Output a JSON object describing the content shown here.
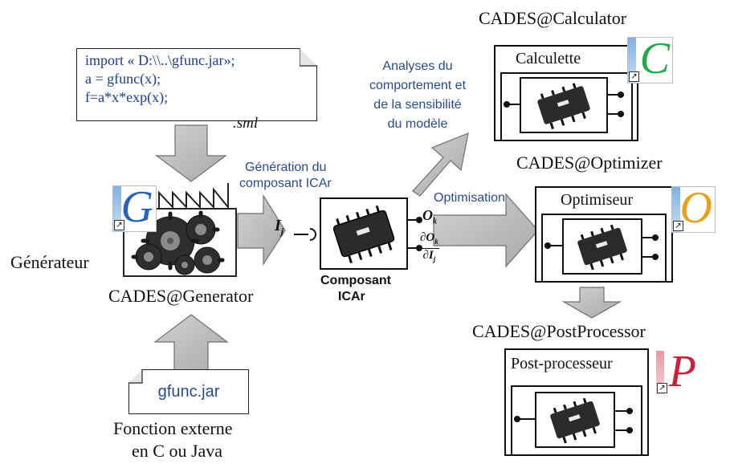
{
  "script_note": {
    "lines": [
      "import «  D:\\\\..\\gfunc.jar»;",
      "a = gfunc(x);",
      "f=a*x*exp(x);"
    ],
    "filetype": ".sml"
  },
  "generator": {
    "side_label": "Générateur",
    "title": "CADES@Generator",
    "icon_letter": "G"
  },
  "external_file": {
    "name": "gfunc.jar",
    "caption_line1": "Fonction externe",
    "caption_line2": "en C ou Java"
  },
  "generation_label": {
    "line1": "Génération du",
    "line2": "composant ICAr"
  },
  "component": {
    "caption_line1": "Composant",
    "caption_line2": "ICAr",
    "input_symbol": "I",
    "input_sub": "j",
    "output1_symbol": "O",
    "output1_sub": "k",
    "output2_num": "∂O",
    "output2_num_sub": "k",
    "output2_den": "∂I",
    "output2_den_sub": "j"
  },
  "analysis_label": {
    "line1": "Analyses du",
    "line2": "comportement et",
    "line3": "de la sensibilité",
    "line4": "du modèle"
  },
  "optimisation_label": "Optimisation",
  "calculator": {
    "title": "CADES@Calculator",
    "box_label": "Calculette",
    "icon_letter": "C"
  },
  "optimizer": {
    "title": "CADES@Optimizer",
    "box_label": "Optimiseur",
    "icon_letter": "O"
  },
  "postprocessor": {
    "title": "CADES@PostProcessor",
    "box_label": "Post-processeur",
    "icon_letter": "P"
  },
  "colors": {
    "label_blue": "#2b4a8c",
    "arrow_gray": "#b9b9b9",
    "calc_green": "#2aa64a",
    "opt_orange": "#e6a21f",
    "post_red": "#cc1f3a",
    "gen_blue": "#2a64b8"
  }
}
